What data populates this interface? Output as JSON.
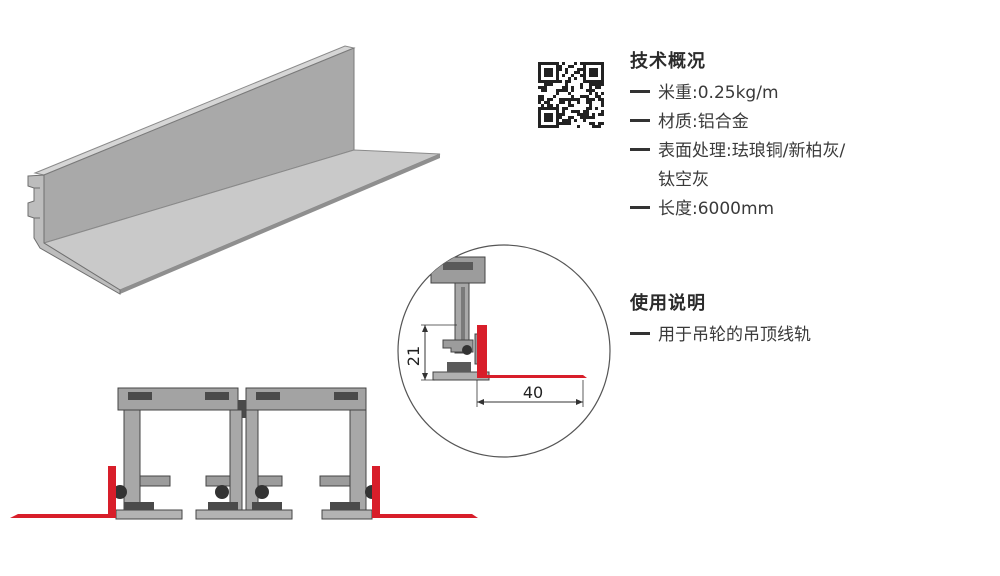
{
  "specs": {
    "title": "技术概况",
    "items": [
      {
        "text": "米重:0.25kg/m"
      },
      {
        "text": "材质:铝合金"
      },
      {
        "text": "表面处理:珐琅铜/新柏灰/"
      },
      {
        "text": "钛空灰",
        "continuation": true
      },
      {
        "text": "长度:6000mm"
      }
    ]
  },
  "usage": {
    "title": "使用说明",
    "items": [
      {
        "text": "用于吊轮的吊顶线轨"
      }
    ]
  },
  "detail": {
    "dim_height": "21",
    "dim_width": "40"
  },
  "colors": {
    "profile_gray": "#9c9c9c",
    "profile_dark": "#6d6d6d",
    "ceiling_red": "#d81e2a",
    "text": "#333333"
  }
}
